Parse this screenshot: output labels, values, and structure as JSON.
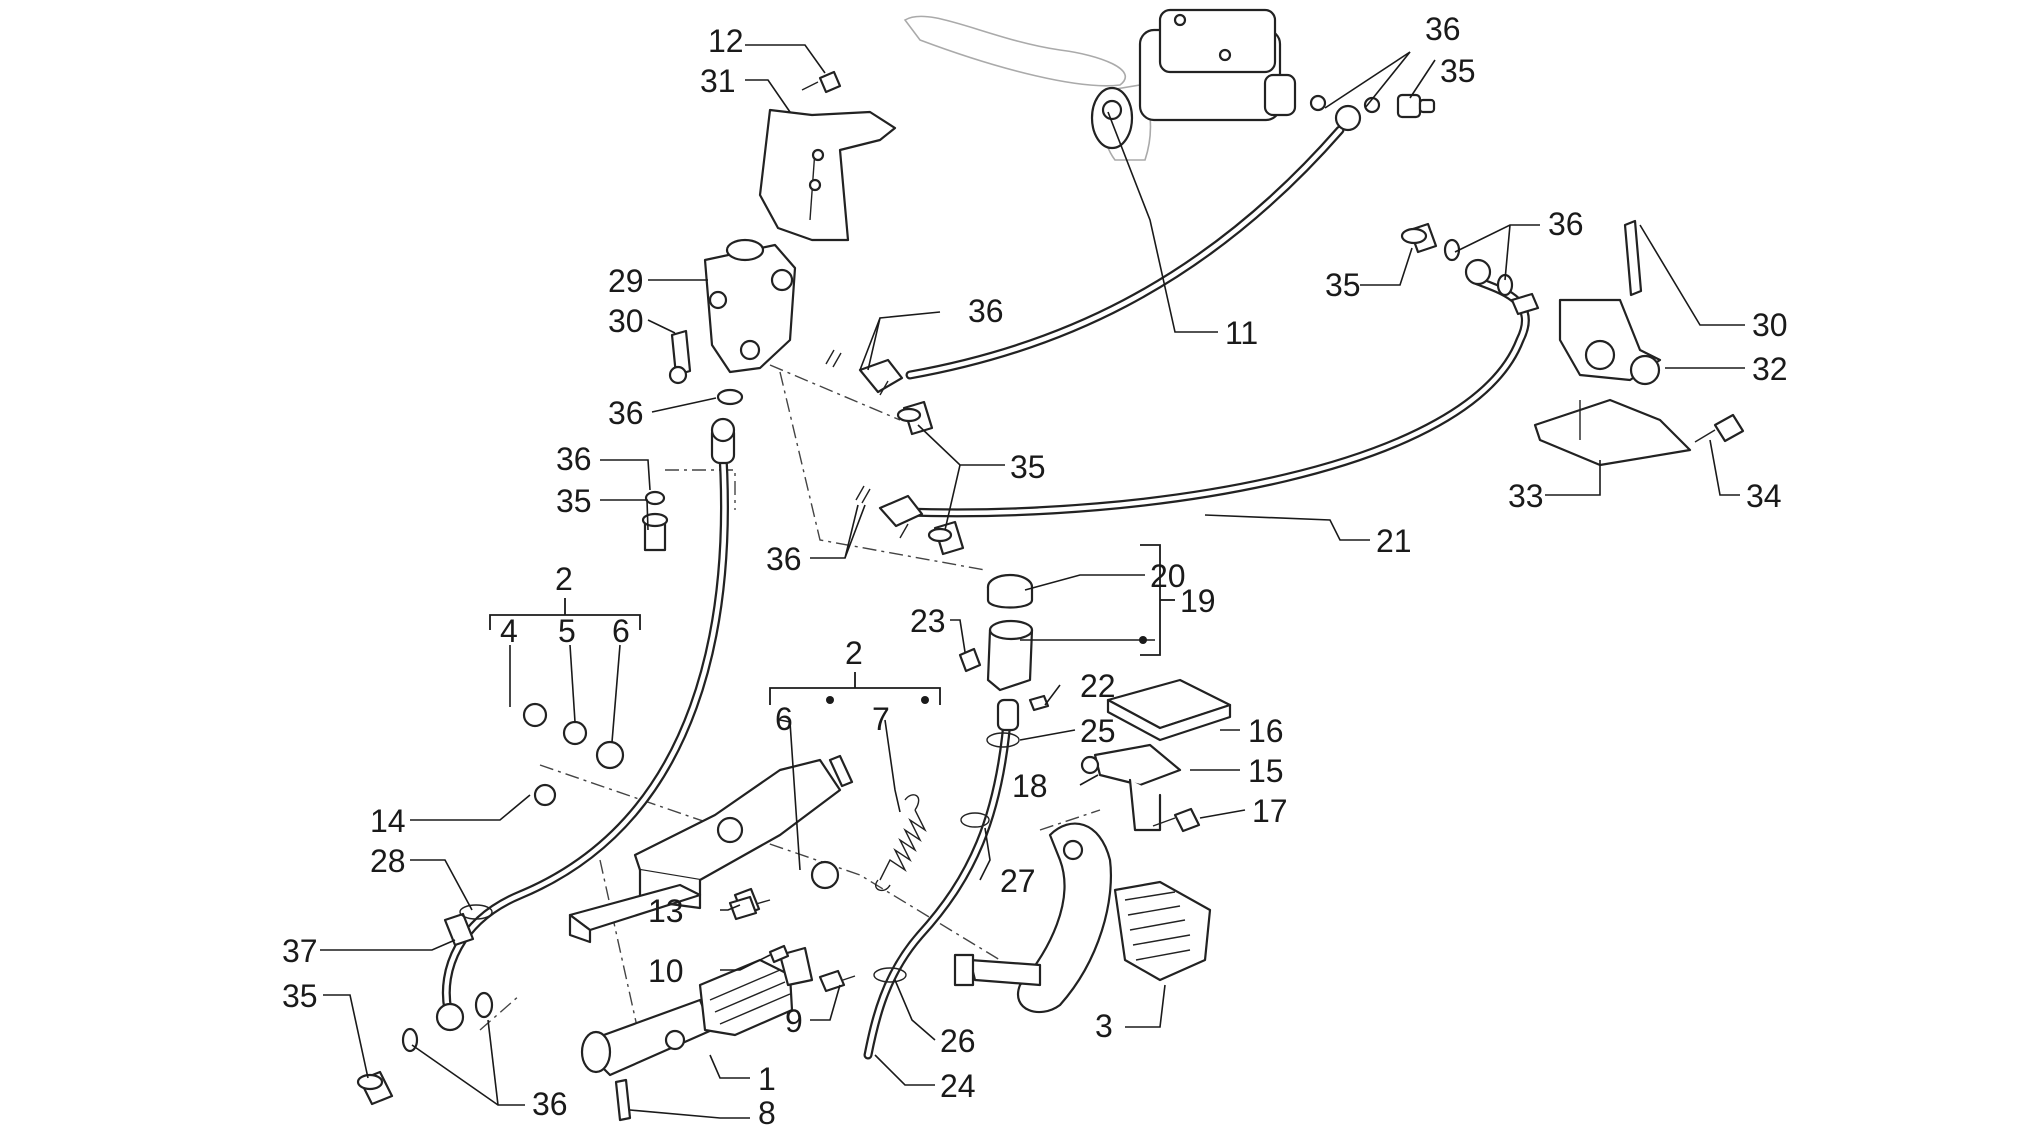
{
  "diagram": {
    "callouts": {
      "c12": "12",
      "c31": "31",
      "c29": "29",
      "c30a": "30",
      "c36a": "36",
      "c36b": "36",
      "c35a": "35",
      "c36c": "36",
      "c35b": "35",
      "c36d": "36",
      "c11": "11",
      "c36e": "36",
      "c35c": "35",
      "c36f": "36",
      "c35d": "35",
      "c30b": "30",
      "c32": "32",
      "c33": "33",
      "c34": "34",
      "c21": "21",
      "c20": "20",
      "c19": "19",
      "c23": "23",
      "c22": "22",
      "c2a": "2",
      "c4": "4",
      "c5": "5",
      "c6a": "6",
      "c2b": "2",
      "c6b": "6",
      "c7": "7",
      "c25": "25",
      "c16": "16",
      "c15": "15",
      "c18": "18",
      "c17": "17",
      "c14": "14",
      "c28": "28",
      "c27": "27",
      "c13": "13",
      "c37": "37",
      "c10": "10",
      "c9": "9",
      "c35e": "35",
      "c26": "26",
      "c3": "3",
      "c1": "1",
      "c24": "24",
      "c36g": "36",
      "c8": "8"
    }
  }
}
